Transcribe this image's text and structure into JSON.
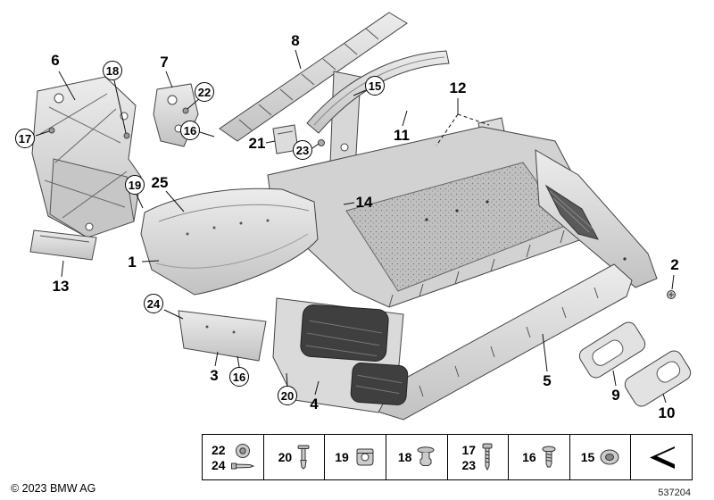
{
  "callouts": [
    {
      "label": "6",
      "style": "plain"
    },
    {
      "label": "18",
      "style": "circled"
    },
    {
      "label": "7",
      "style": "plain"
    },
    {
      "label": "22",
      "style": "circled"
    },
    {
      "label": "8",
      "style": "plain"
    },
    {
      "label": "15",
      "style": "circled"
    },
    {
      "label": "12",
      "style": "plain"
    },
    {
      "label": "17",
      "style": "circled"
    },
    {
      "label": "16",
      "style": "circled"
    },
    {
      "label": "21",
      "style": "plain"
    },
    {
      "label": "23",
      "style": "circled"
    },
    {
      "label": "11",
      "style": "plain"
    },
    {
      "label": "19",
      "style": "circled"
    },
    {
      "label": "25",
      "style": "plain"
    },
    {
      "label": "14",
      "style": "plain"
    },
    {
      "label": "1",
      "style": "plain"
    },
    {
      "label": "13",
      "style": "plain"
    },
    {
      "label": "24",
      "style": "circled"
    },
    {
      "label": "3",
      "style": "plain"
    },
    {
      "label": "16",
      "style": "circled"
    },
    {
      "label": "20",
      "style": "circled"
    },
    {
      "label": "4",
      "style": "plain"
    },
    {
      "label": "5",
      "style": "plain"
    },
    {
      "label": "2",
      "style": "plain"
    },
    {
      "label": "9",
      "style": "plain"
    },
    {
      "label": "10",
      "style": "plain"
    }
  ],
  "fastener_table": {
    "cells": [
      {
        "labels": [
          "22",
          "24"
        ],
        "icon": "washer-screw-and-tapping-screw"
      },
      {
        "labels": [
          "20"
        ],
        "icon": "expansion-rivet"
      },
      {
        "labels": [
          "19"
        ],
        "icon": "clamp-nut"
      },
      {
        "labels": [
          "18"
        ],
        "icon": "expansion-grommet"
      },
      {
        "labels": [
          "17",
          "23"
        ],
        "icon": "torx-screw"
      },
      {
        "labels": [
          "16"
        ],
        "icon": "fillister-screw"
      },
      {
        "labels": [
          "15"
        ],
        "icon": "body-nut"
      },
      {
        "labels": [],
        "icon": "direction-arrow"
      }
    ]
  },
  "footer": {
    "copyright": "© 2023 BMW AG",
    "diagram_number": "537204"
  },
  "colors": {
    "background": "#ffffff",
    "line": "#000000",
    "part_fill_light": "#ececec",
    "part_fill_mid": "#c2c2c2",
    "grille_dark": "#3f3f3f"
  }
}
